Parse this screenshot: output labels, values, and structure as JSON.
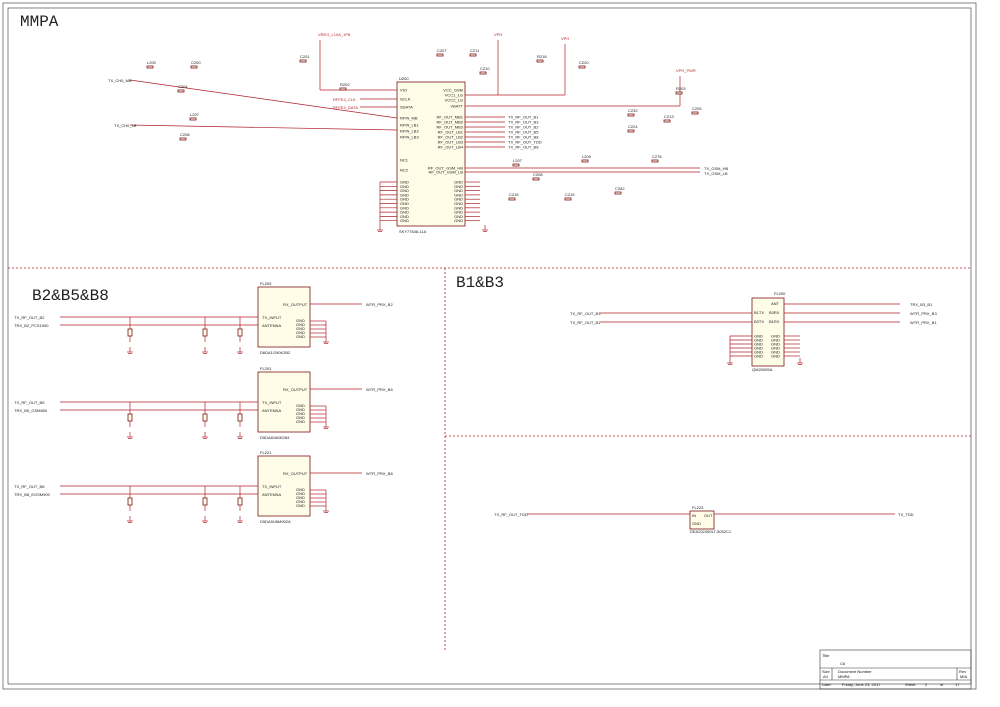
{
  "sections": {
    "mmpa": "MMPA",
    "b2b5b8": "B2&B5&B8",
    "b1b3": "B1&B3"
  },
  "power": {
    "vreg": "VREG_L10A_1P8",
    "vph": "VPH",
    "vph_pwr": "VPH_PWR"
  },
  "mmpa": {
    "part_ref": "U200",
    "part_name": "SKY77648-11A",
    "pins_left": [
      "VIO",
      "SCLK",
      "SDATA",
      "RFIN_MB",
      "RFIN_LB1",
      "RFIN_LB2",
      "RFIN_LB3",
      "NC1",
      "NC2"
    ],
    "pins_right": [
      "VCC_GSM",
      "VCC1_1G",
      "VCC2_1G",
      "VBATT",
      "RF_OUT_MB1",
      "RF_OUT_MB2",
      "RF_OUT_MB3",
      "RF_OUT_LB1",
      "RF_OUT_LB2",
      "RF_OUT_LB3",
      "RF_OUT_LB4",
      "RF_OUT_GSM_HB",
      "RF_OUT_GSM_LB"
    ],
    "gnd_label": "GND",
    "nets_out": [
      "TX_RF_OUT_B1",
      "TX_RF_OUT_B3",
      "TX_RF_OUT_B2",
      "TX_RF_OUT_B5",
      "TX_RF_OUT_B8",
      "TX_RF_OUT_TDD",
      "TX_RF_OUT_B8"
    ],
    "net_ch0_mb": "TX_CH0_MB",
    "net_ch0_lb": "TX_CH0_LB",
    "net_gsm_hb": "TX_GSM_HB",
    "net_gsm_lb": "TX_GSM_LB",
    "rffe_clk": "RFFE4_CLK",
    "rffe_data": "RFFE4_DATA",
    "comps": [
      "L200",
      "C200",
      "C204",
      "L207",
      "C208",
      "C201",
      "R202",
      "C207",
      "C211",
      "C210",
      "R218",
      "C220",
      "C232",
      "R203",
      "C205",
      "C213",
      "C224",
      "L207",
      "C208",
      "L209",
      "C215",
      "C216",
      "C282",
      "C276"
    ]
  },
  "b2b5b8": {
    "filters": [
      {
        "ref": "FL203",
        "part": "D6DA1G90K2B2",
        "in": "TX_INPUT",
        "ant": "ANTENNA",
        "out": "RX_OUTPUT",
        "net_in": "TX_RF_OUT_B2",
        "net_ant": "TRX_B2_PCS1900",
        "net_out": "WTR_PRX_B2"
      },
      {
        "ref": "FL201",
        "part": "D5DA8166K2B4",
        "in": "TX_INPUT",
        "ant": "ANTENNA",
        "out": "RX_OUTPUT",
        "net_in": "TX_RF_OUT_B5",
        "net_ant": "TRX_B5_GSM850",
        "net_out": "WTR_PRX_B5"
      },
      {
        "ref": "FL221",
        "part": "D5DA9U6M902A",
        "in": "TX_INPUT",
        "ant": "ANTENNA",
        "out": "RX_OUTPUT",
        "net_in": "TX_RF_OUT_B8",
        "net_ant": "TRX_B8_EGSM900",
        "net_out": "WTR_PRX_B8"
      }
    ]
  },
  "b1b3": {
    "quad": {
      "ref": "FL200",
      "part": "QM25005A",
      "pins_l": [
        "B1TX",
        "B3TX"
      ],
      "pins_r": [
        "ANT",
        "B3RX",
        "B1RX"
      ],
      "gnd": "GND"
    },
    "net_in1": "TX_RF_OUT_B3",
    "net_in2": "TX_RF_OUT_B1",
    "net_out1": "TRX_B3_B1",
    "net_out2": "WTR_PRX_B3",
    "net_out3": "WTR_PRX_B1",
    "tdd": {
      "ref": "FL223",
      "part": "DEA202450LT-5052C1",
      "in": "IN",
      "out": "OUT",
      "gnd": "GND",
      "net_in": "TX_RF_OUT_TDD",
      "net_out": "TX_TDD"
    }
  },
  "title_block": {
    "title_label": "Title",
    "title_value": "C6",
    "size_label": "Size",
    "size_value": "A4",
    "doc_label": "Document Number",
    "doc_value": "MMPA",
    "rev_label": "Rev",
    "rev_value": "MIA",
    "date_label": "Date:",
    "date_value": "Friday, June 23, 2017",
    "sheet_label": "Sheet",
    "sheet_value": "2",
    "of_label": "of",
    "of_value": "17"
  }
}
